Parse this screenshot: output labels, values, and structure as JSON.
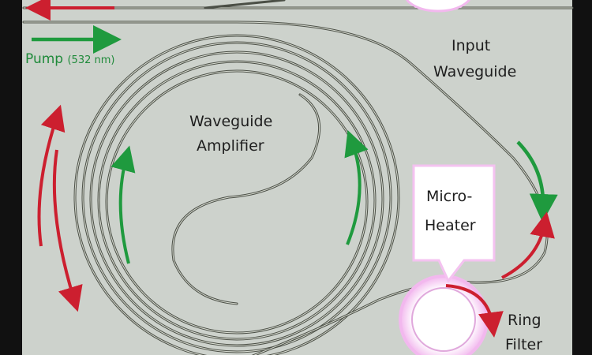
{
  "labels": {
    "pump": "Pump",
    "pump_wavelength": "(532 nm)",
    "input_waveguide_1": "Input",
    "input_waveguide_2": "Waveguide",
    "waveguide_amplifier_1": "Waveguide",
    "waveguide_amplifier_2": "Amplifier",
    "micro_heater_1": "Micro-",
    "micro_heater_2": "Heater",
    "ring_filter_1": "Ring",
    "ring_filter_2": "Filter"
  },
  "colors": {
    "background": "#cdd2cc",
    "waveguide_outer": "#4b4f46",
    "waveguide_inner": "#d9ddd3",
    "pump_green": "#1f9a3e",
    "signal_red": "#cc1f2f",
    "label_green": "#1f8a3a",
    "label_dark": "#1e1e1e",
    "glow": "#f2b8ee"
  }
}
